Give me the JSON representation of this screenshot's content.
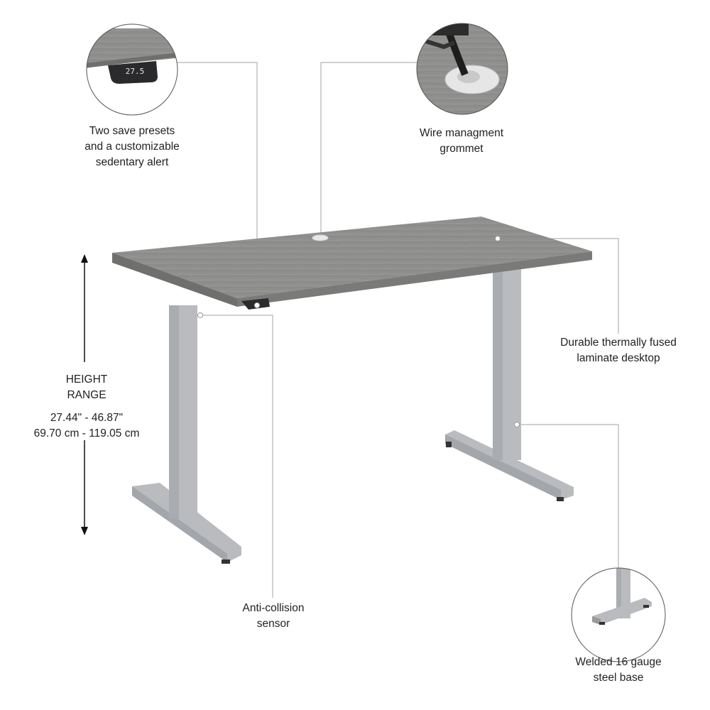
{
  "callouts": {
    "presets": {
      "lines": [
        "Two save presets",
        "and a customizable",
        "sedentary alert"
      ],
      "display_reading": "27.5"
    },
    "grommet": {
      "lines": [
        "Wire managment",
        "grommet"
      ]
    },
    "desktop": {
      "lines": [
        "Durable thermally fused",
        "laminate desktop"
      ]
    },
    "sensor": {
      "lines": [
        "Anti-collision",
        "sensor"
      ]
    },
    "base": {
      "lines": [
        "Welded 16 gauge",
        "steel base"
      ]
    }
  },
  "height_range": {
    "title_lines": [
      "HEIGHT",
      "RANGE"
    ],
    "imperial": "27.44\" - 46.87\"",
    "metric": "69.70 cm - 119.05 cm"
  },
  "colors": {
    "desktop_top": "#8e8e8c",
    "desktop_edge": "#6f6f6d",
    "frame": "#b9bbbe",
    "frame_dark": "#9a9da1",
    "leader": "#b5b5b5"
  }
}
